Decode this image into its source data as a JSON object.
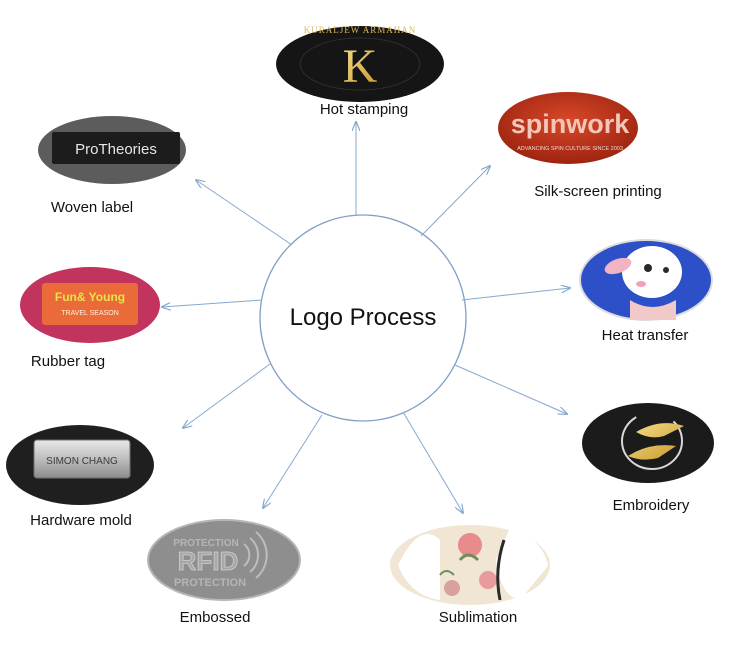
{
  "center_label": "Logo Process",
  "colors": {
    "hub_stroke": "#7f9fc6",
    "arrow": "#86a8cf",
    "text": "#111111"
  },
  "nodes": [
    {
      "id": "hot-stamping",
      "label": "Hot stamping",
      "image_text": "K",
      "ring_text": "KURALJEW  ARMAHAN"
    },
    {
      "id": "silk-screen-printing",
      "label": "Silk-screen printing",
      "image_text": "spinwork",
      "image_subtext": "ADVANCING SPIN CULTURE SINCE 2003"
    },
    {
      "id": "heat-transfer",
      "label": "Heat transfer",
      "image_text": ""
    },
    {
      "id": "embroidery",
      "label": "Embroidery",
      "image_text": ""
    },
    {
      "id": "sublimation",
      "label": "Sublimation",
      "image_text": ""
    },
    {
      "id": "embossed",
      "label": "Embossed",
      "image_text": "RFID",
      "image_subtext_top": "PROTECTION",
      "image_subtext_bottom": "PROTECTION"
    },
    {
      "id": "hardware-mold",
      "label": "Hardware mold",
      "image_text": "SIMON CHANG"
    },
    {
      "id": "rubber-tag",
      "label": "Rubber tag",
      "image_text": "Fun& Young",
      "image_subtext": "TRAVEL SEASON"
    },
    {
      "id": "woven-label",
      "label": "Woven label",
      "image_text": "ProTheories"
    }
  ]
}
